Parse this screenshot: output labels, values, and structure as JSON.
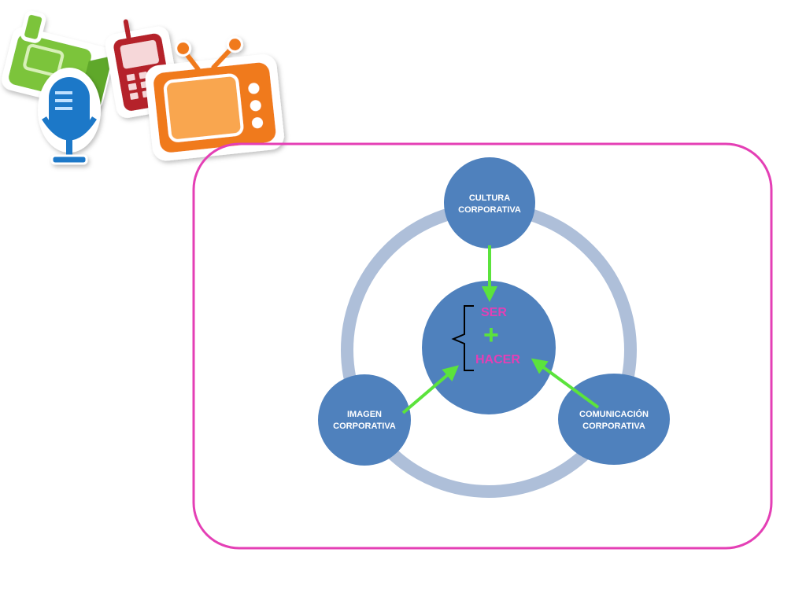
{
  "colors": {
    "frame": "#e43fb5",
    "ring": "#aebfd9",
    "node": "#4f81bd",
    "arrow": "#5be33c",
    "accent_text": "#e43fb5",
    "plus": "#5be33c"
  },
  "decor_icons": [
    "video-camera-icon",
    "microphone-icon",
    "mobile-phone-icon",
    "television-icon"
  ],
  "diagram": {
    "center": {
      "line1": "SER",
      "symbol": "+",
      "line2": "HACER"
    },
    "nodes": {
      "top": {
        "line1": "CULTURA",
        "line2": "CORPORATIVA"
      },
      "left": {
        "line1": "IMAGEN",
        "line2": "CORPORATIVA"
      },
      "right": {
        "line1": "COMUNICACIÓN",
        "line2": "CORPORATIVA"
      }
    }
  }
}
